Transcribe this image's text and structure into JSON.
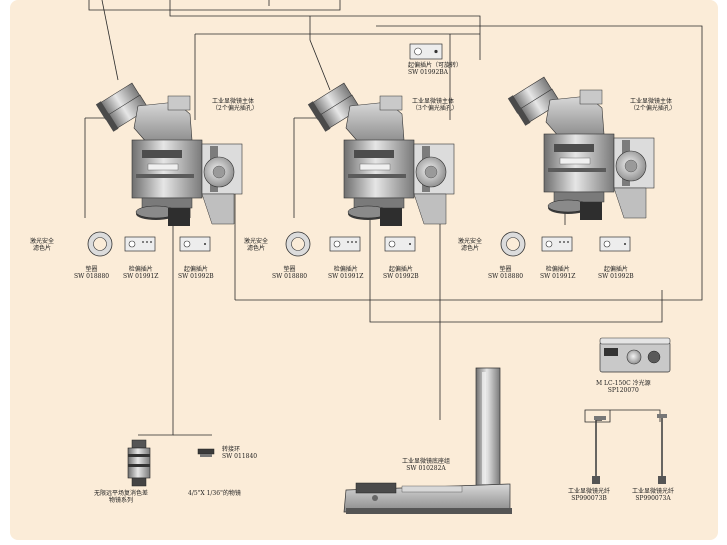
{
  "colors": {
    "background": "#fbecd8",
    "line": "#2a2a2a",
    "metal_dark": "#3a3a3a",
    "metal_mid": "#8d8d8d",
    "metal_light": "#d9d9d9"
  },
  "microscopes": [
    {
      "body_line1": "工业显微镜主体",
      "body_line2": "（2个偏光插孔）"
    },
    {
      "body_line1": "工业显微镜主体",
      "body_line2": "（3个偏光插孔）"
    },
    {
      "body_line1": "工业显微镜主体",
      "body_line2": "（2个偏光插孔）"
    }
  ],
  "rotating_analyzer": {
    "name": "起偏插片（可旋转）",
    "code": "SW 01992BA"
  },
  "accessory_groups": [
    {
      "laser_line1": "激光安全",
      "laser_line2": "滤色片",
      "spacer": {
        "name": "垫圈",
        "code": "SW 018880"
      },
      "polarizer": {
        "name": "检偏插片",
        "code": "SW 01991Z"
      },
      "analyzer": {
        "name": "起偏插片",
        "code": "SW 01992B"
      }
    },
    {
      "laser_line1": "激光安全",
      "laser_line2": "滤色片",
      "spacer": {
        "name": "垫圈",
        "code": "SW 018880"
      },
      "polarizer": {
        "name": "检偏插片",
        "code": "SW 01991Z"
      },
      "analyzer": {
        "name": "起偏插片",
        "code": "SW 01992B"
      }
    },
    {
      "laser_line1": "激光安全",
      "laser_line2": "滤色片",
      "spacer": {
        "name": "垫圈",
        "code": "SW 018880"
      },
      "polarizer": {
        "name": "检偏插片",
        "code": "SW 01991Z"
      },
      "analyzer": {
        "name": "起偏插片",
        "code": "SW 01992B"
      }
    }
  ],
  "objectives": {
    "line1": "无限远平场复消色差",
    "line2": "物镜系列"
  },
  "adapter": {
    "name": "转接环",
    "code": "SW 011840"
  },
  "thread_objective": "4/5\"X 1/36\"的物镜",
  "stand": {
    "name": "工业显微镜底座组",
    "code": "SW 010282A"
  },
  "light_source": {
    "name": "M LC-150C 冷光源",
    "code": "SP120070"
  },
  "fibers": [
    {
      "name": "工业显微镜光纤",
      "code": "SP990073B"
    },
    {
      "name": "工业显微镜光纤",
      "code": "SP990073A"
    }
  ]
}
